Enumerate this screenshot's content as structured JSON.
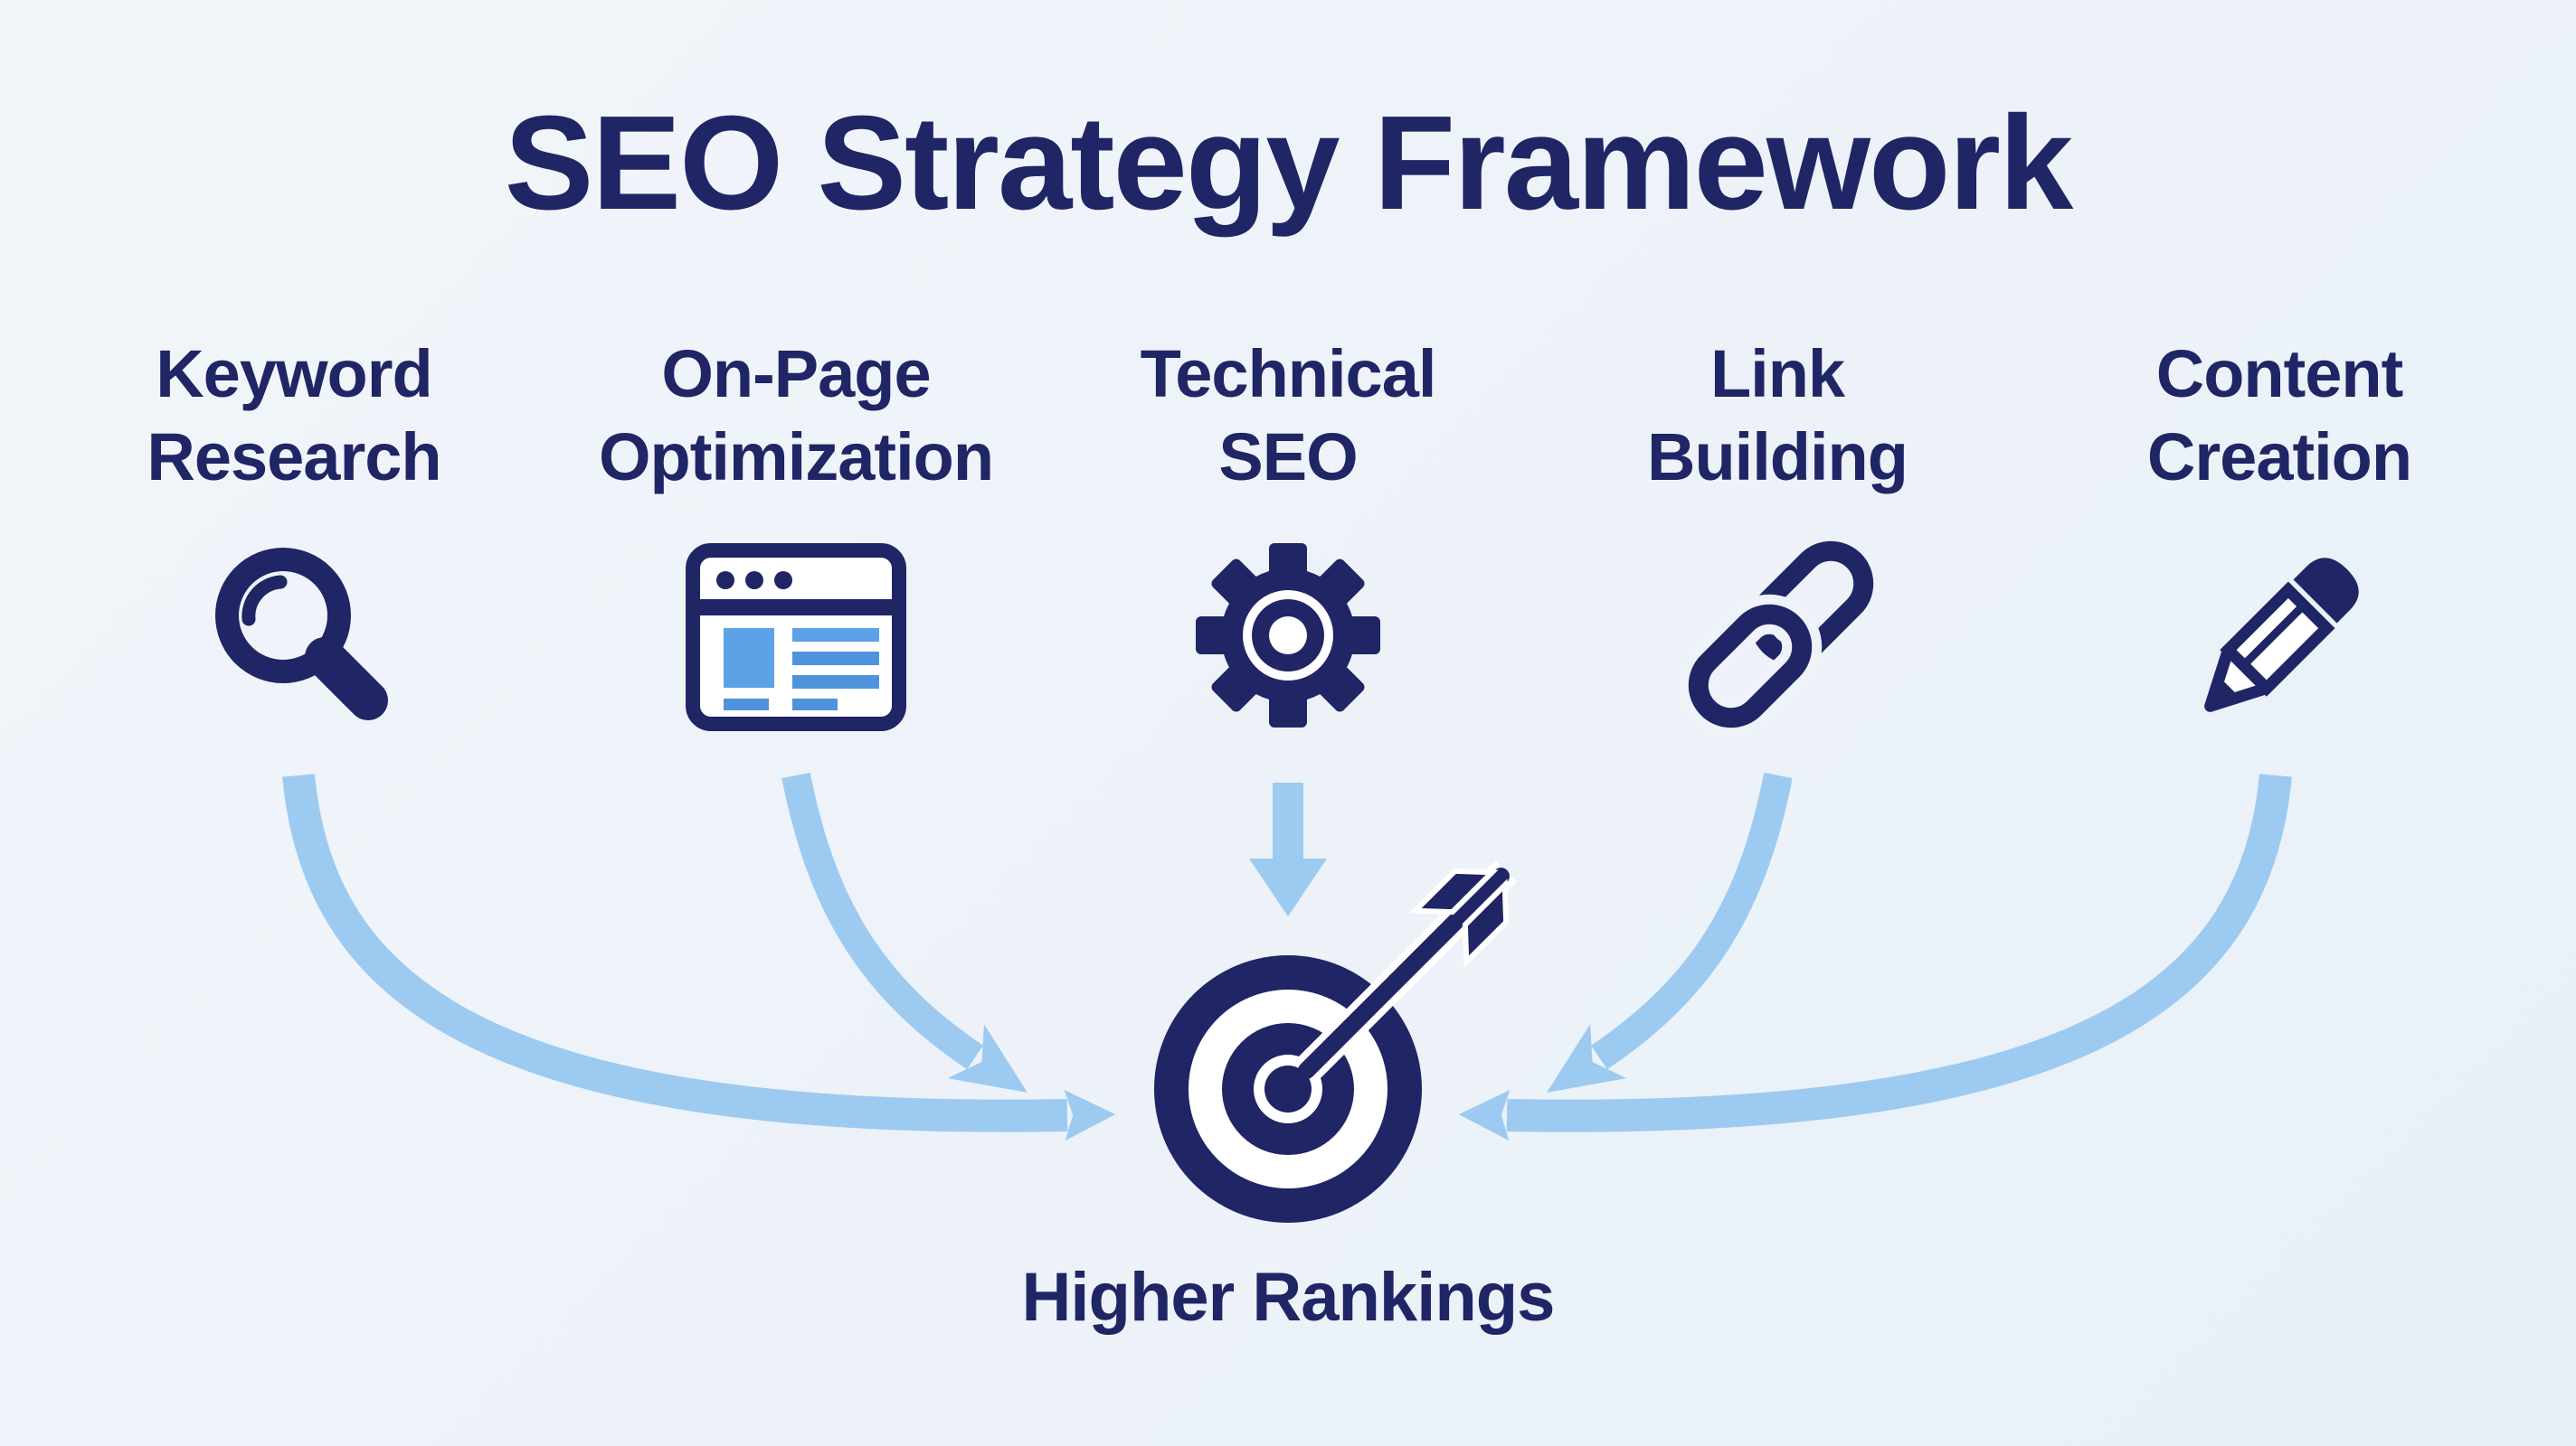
{
  "title": "SEO Strategy Framework",
  "columns": [
    {
      "label_lines": [
        "Keyword",
        "Research"
      ],
      "icon": "magnifier-icon"
    },
    {
      "label_lines": [
        "On-Page",
        "Optimization"
      ],
      "icon": "browser-window-icon"
    },
    {
      "label_lines": [
        "Technical",
        "SEO"
      ],
      "icon": "gear-icon"
    },
    {
      "label_lines": [
        "Link",
        "Building"
      ],
      "icon": "chain-link-icon"
    },
    {
      "label_lines": [
        "Content",
        "Creation"
      ],
      "icon": "pencil-icon"
    }
  ],
  "outcome": {
    "label": "Higher Rankings",
    "icon": "target-dart-icon"
  },
  "icons": {
    "column_icons": [
      "magnifier-icon",
      "browser-window-icon",
      "gear-icon",
      "chain-link-icon",
      "pencil-icon"
    ],
    "outcome_icon": "target-dart-icon",
    "connectors": [
      "curved-arrow",
      "curved-arrow",
      "straight-down-arrow",
      "curved-arrow",
      "curved-arrow"
    ]
  },
  "colors": {
    "navy": "#202565",
    "arrow": "#9ccaf1",
    "blue": "#4e93dc",
    "blue2": "#5da1e6",
    "bg": "#eef3f9",
    "white": "#ffffff"
  }
}
